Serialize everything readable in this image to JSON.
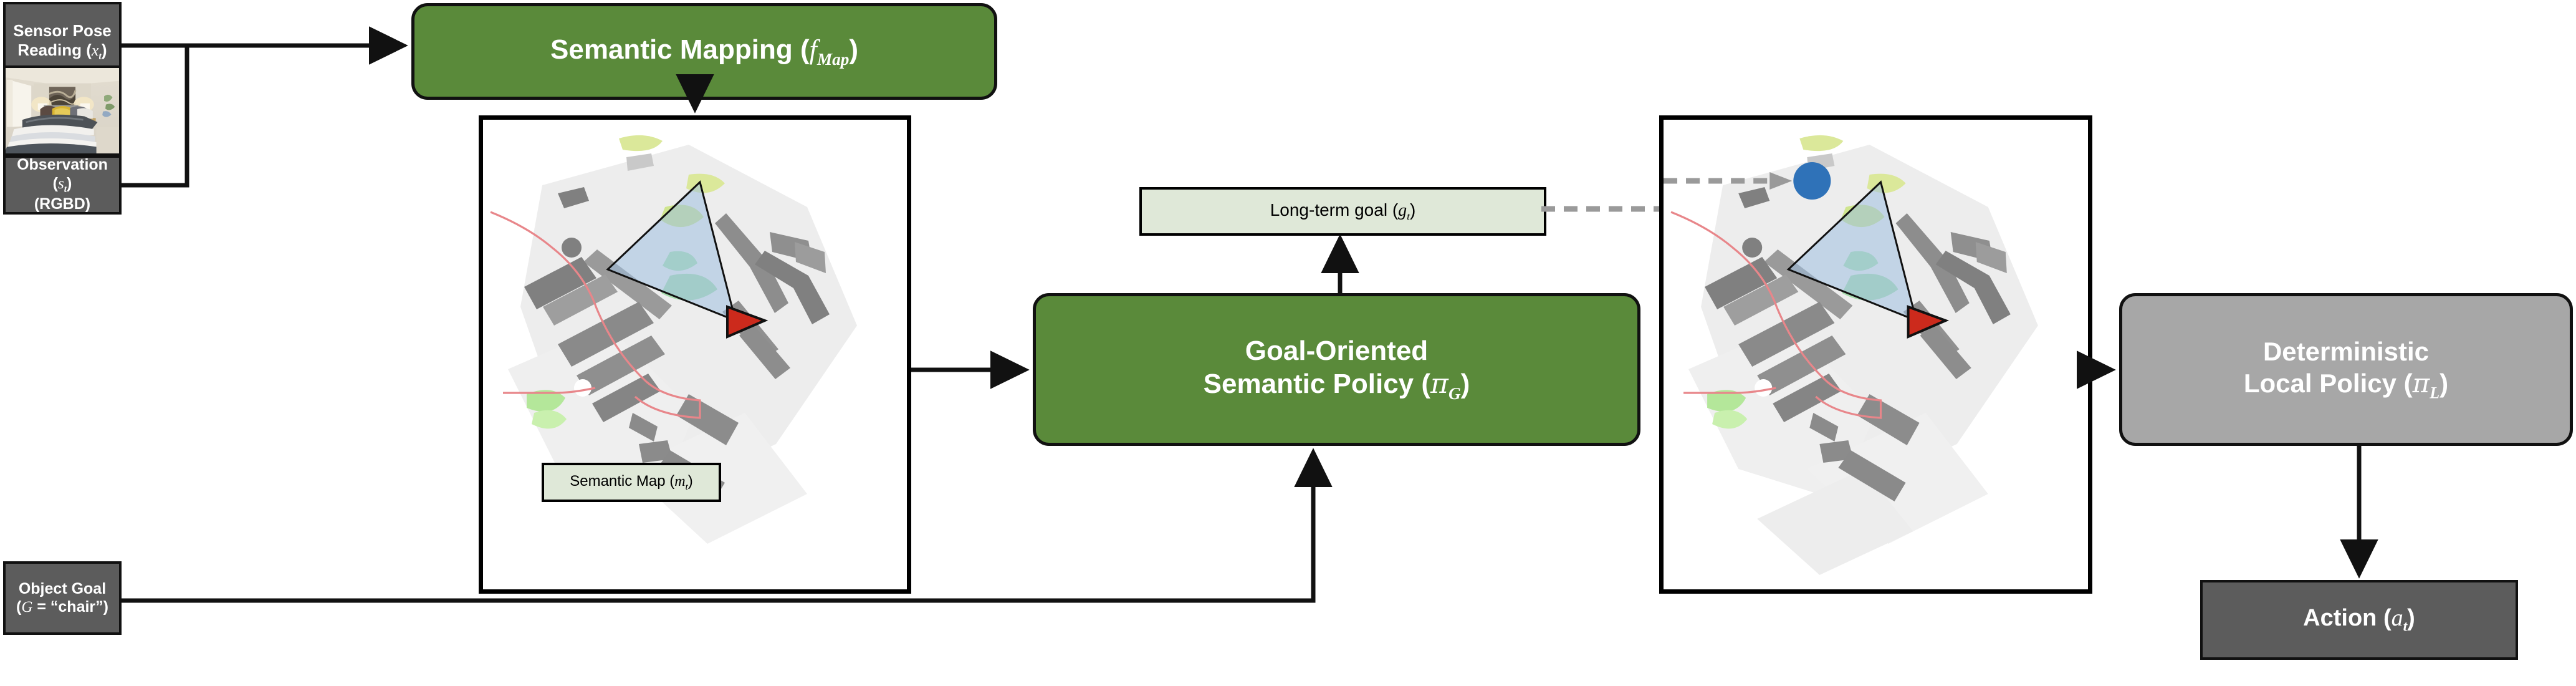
{
  "diagram": {
    "title": "Goal-Oriented Semantic Exploration pipeline",
    "colors": {
      "module_green": "#5a8a3a",
      "io_gray": "#5c5c5c",
      "local_policy_gray": "#a7a7a7",
      "caption_green": "#dfe8d8",
      "goal_marker_blue": "#2f72b8",
      "agent_marker_red": "#cc2a1c",
      "trajectory_red": "#e8868a",
      "obstacle_gray": "#808080",
      "explored_gray": "#eaeaea"
    },
    "nodes": {
      "sensor_pose": {
        "line1": "Sensor Pose",
        "line2_prefix": "Reading (",
        "symbol": "x",
        "symbol_sub": "t",
        "line2_suffix": ")"
      },
      "observation": {
        "line1_prefix": "Observation (",
        "symbol": "s",
        "symbol_sub": "t",
        "line1_suffix": ")",
        "line2": "(RGBD)"
      },
      "object_goal": {
        "line1": "Object Goal",
        "line2_prefix": "(",
        "symbol": "G",
        "line2_mid": " = “chair”)"
      },
      "semantic_mapping": {
        "label_prefix": "Semantic Mapping (",
        "symbol": "f",
        "symbol_sub": "Map",
        "label_suffix": ")"
      },
      "goal_policy": {
        "line1": "Goal-Oriented",
        "line2_prefix": "Semantic Policy (",
        "symbol": "π",
        "symbol_sub": "G",
        "line2_suffix": ")"
      },
      "local_policy": {
        "line1": "Deterministic",
        "line2_prefix": "Local Policy (",
        "symbol": "π",
        "symbol_sub": "L",
        "line2_suffix": ")"
      },
      "action": {
        "label_prefix": "Action (",
        "symbol": "a",
        "symbol_sub": "t",
        "label_suffix": ")"
      },
      "long_term_goal": {
        "label_prefix": "Long-term goal (",
        "symbol": "g",
        "symbol_sub": "t",
        "label_suffix": ")"
      },
      "semantic_map_caption": {
        "label_prefix": "Semantic Map (",
        "symbol": "m",
        "symbol_sub": "t",
        "label_suffix": ")"
      }
    },
    "observation_image": {
      "scene": "indoor bedroom with bed, two lamps, wall painting, open door, plant"
    },
    "map_panels": {
      "left": {
        "name": "semantic-map-panel",
        "has_goal_marker": false,
        "has_agent_marker": true
      },
      "right": {
        "name": "semantic-map-with-goal-panel",
        "has_goal_marker": true,
        "has_agent_marker": true
      }
    },
    "edges": [
      {
        "from": "sensor_pose",
        "to": "semantic_mapping",
        "style": "solid"
      },
      {
        "from": "observation",
        "to": "semantic_mapping",
        "style": "solid"
      },
      {
        "from": "semantic_mapping",
        "to": "semantic_map_panel",
        "style": "solid"
      },
      {
        "from": "semantic_map_panel",
        "to": "goal_policy",
        "style": "solid"
      },
      {
        "from": "object_goal",
        "to": "goal_policy",
        "style": "solid"
      },
      {
        "from": "goal_policy",
        "to": "long_term_goal",
        "style": "solid"
      },
      {
        "from": "long_term_goal",
        "to": "semantic_map_with_goal_panel",
        "style": "dashed"
      },
      {
        "from": "semantic_map_with_goal_panel",
        "to": "local_policy",
        "style": "solid"
      },
      {
        "from": "local_policy",
        "to": "action",
        "style": "solid"
      }
    ]
  }
}
